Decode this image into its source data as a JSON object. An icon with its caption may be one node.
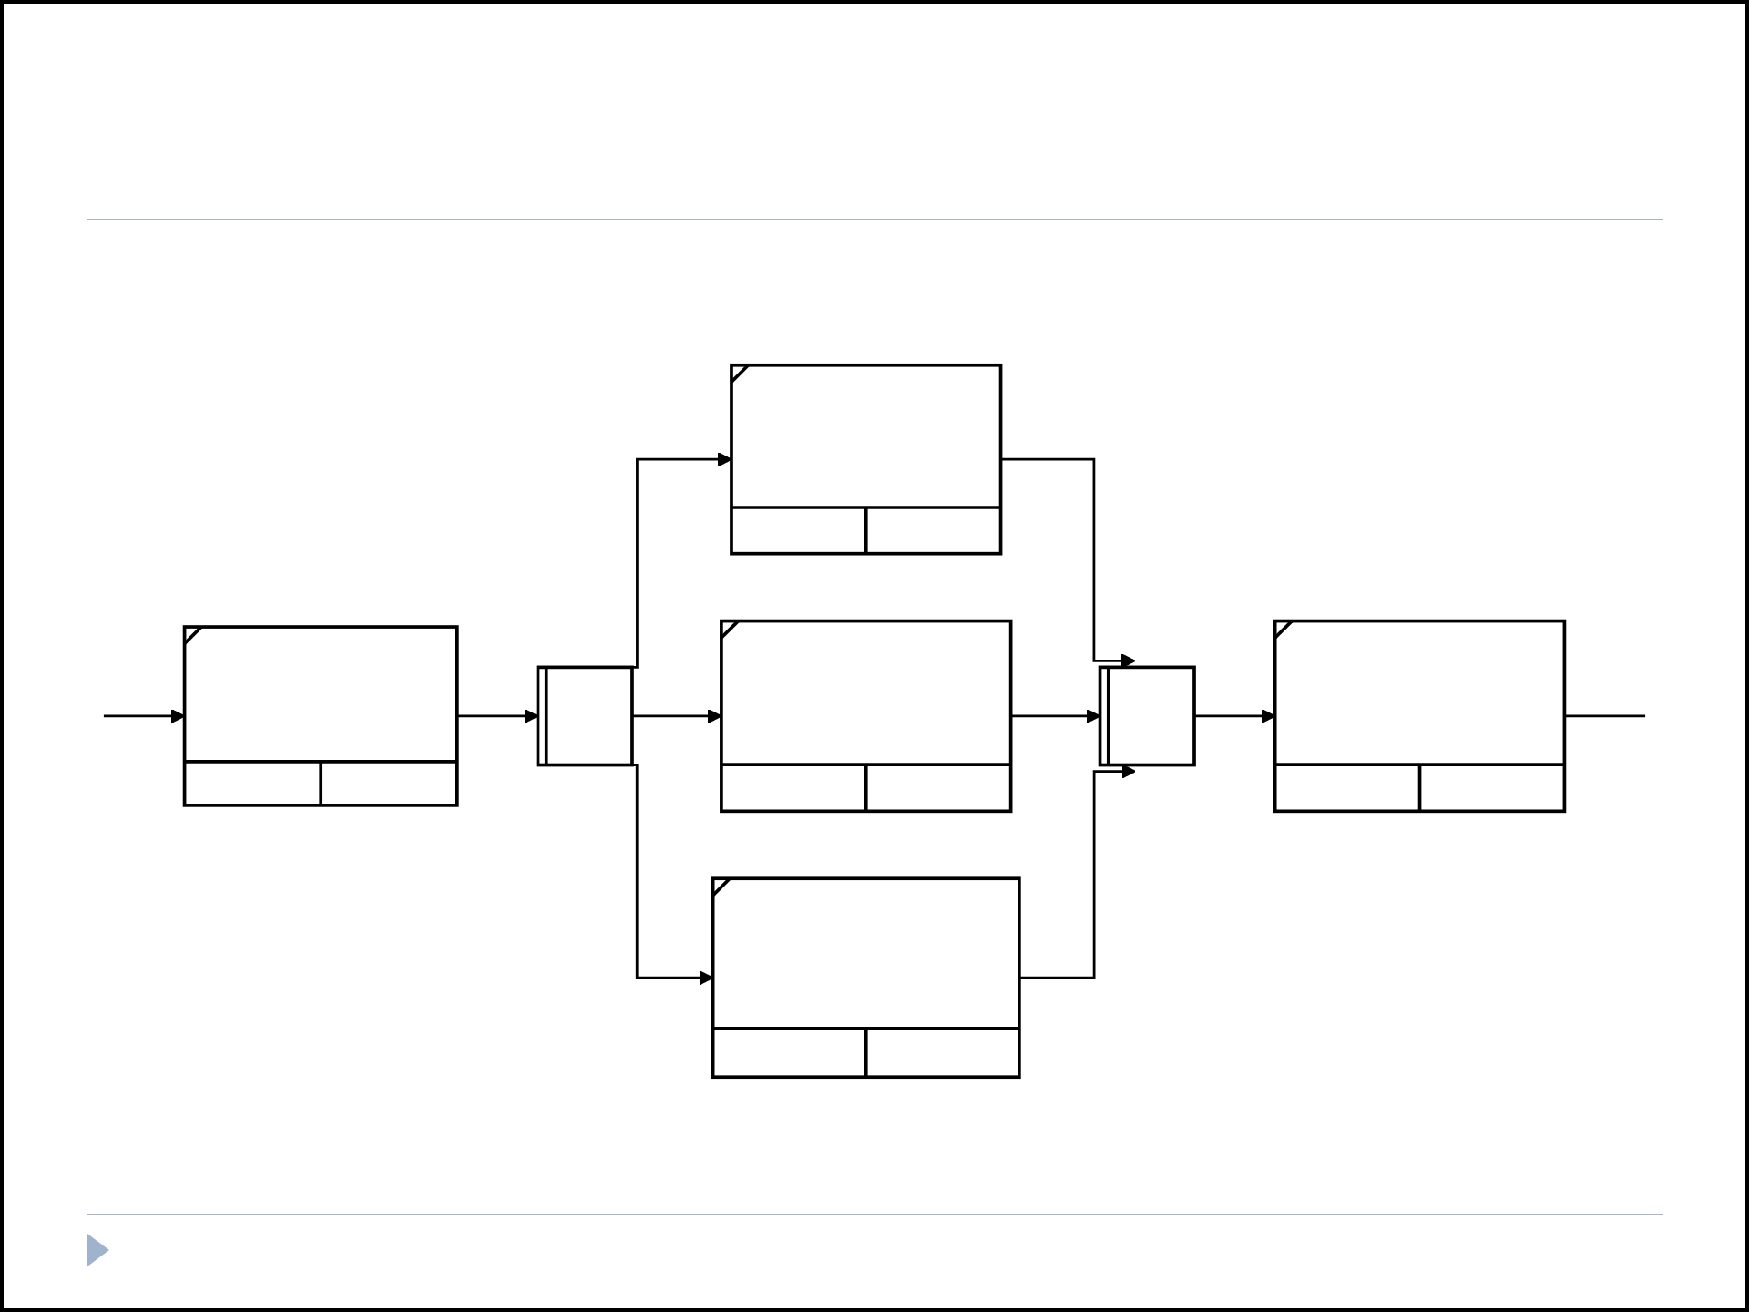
{
  "diagram": {
    "nodes": [
      {
        "text": [],
        "shape": "box"
      },
      {
        "text": [],
        "shape": "box"
      },
      {
        "text": [],
        "shape": "box"
      },
      {
        "text": [],
        "shape": "box"
      },
      {
        "text": [],
        "shape": "box"
      },
      {
        "text": [],
        "shape": "box"
      },
      {
        "text": [],
        "shape": "box"
      }
    ],
    "edges": [
      {
        "from": null,
        "to": 0,
        "arrow": "to"
      },
      {
        "from": 0,
        "to": 1,
        "arrow": "to"
      },
      {
        "from": 1,
        "to": 2,
        "arrow": "to"
      },
      {
        "from": 1,
        "to": 3,
        "arrow": "to"
      },
      {
        "from": 1,
        "to": 4,
        "arrow": "to"
      },
      {
        "from": 2,
        "to": 5,
        "arrow": "to"
      },
      {
        "from": 3,
        "to": 5,
        "arrow": "to"
      },
      {
        "from": 4,
        "to": 5,
        "arrow": "to"
      },
      {
        "from": 5,
        "to": 6,
        "arrow": "to"
      },
      {
        "from": 6,
        "to": null,
        "arrow": "none"
      }
    ]
  }
}
